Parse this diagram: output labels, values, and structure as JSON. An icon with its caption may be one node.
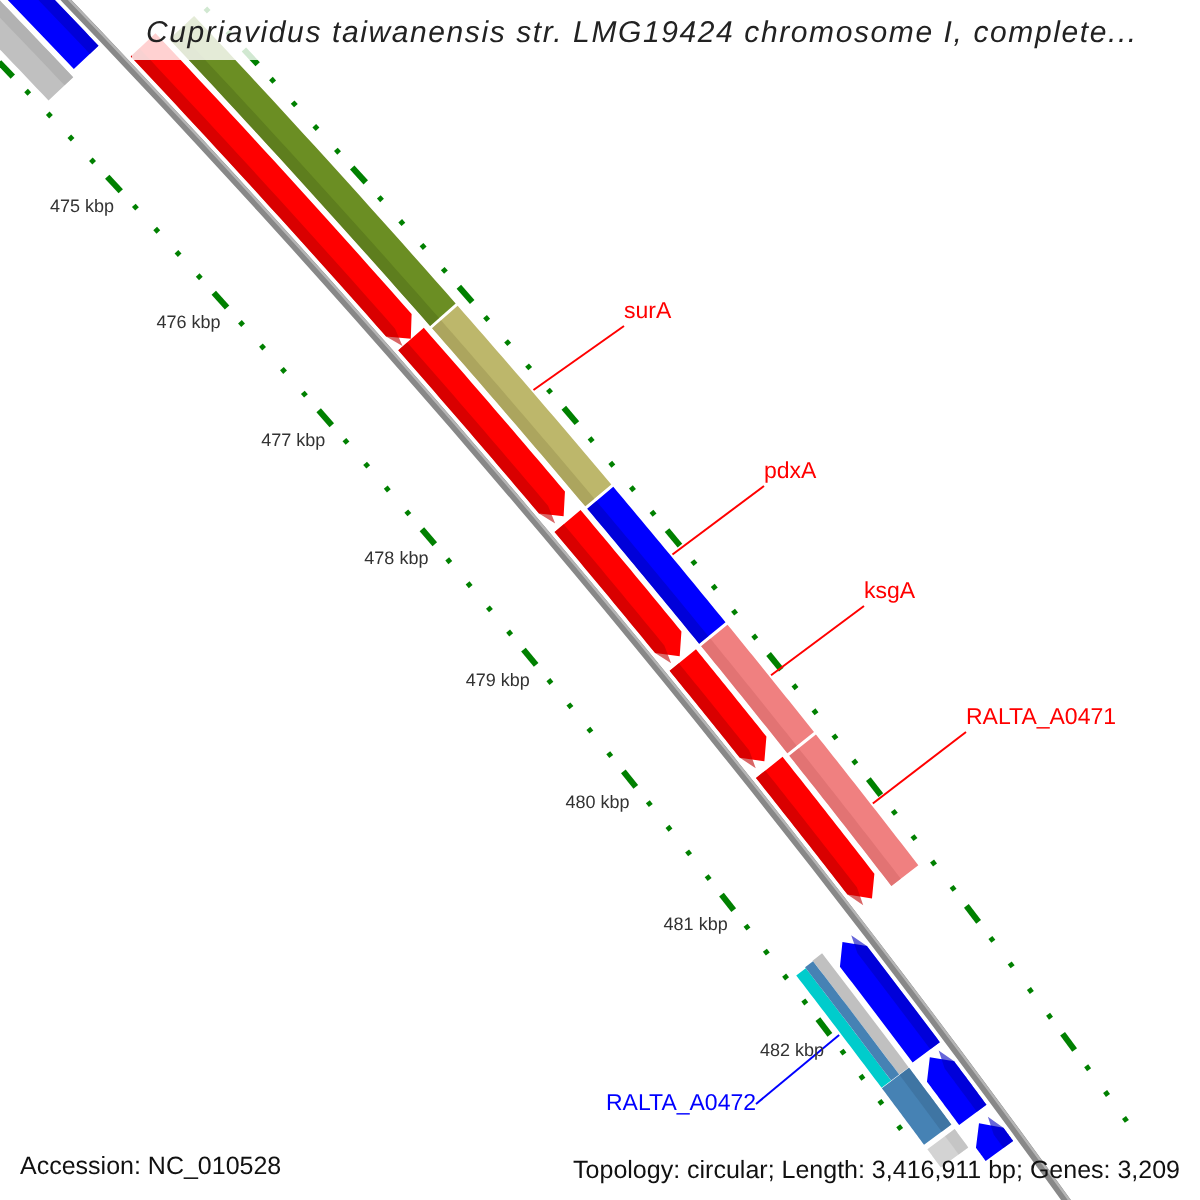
{
  "diagram": {
    "title": "Cupriavidus taiwanensis str. LMG19424 chromosome I, complete...",
    "nodes": [
      {
        "text": [
          "surA"
        ]
      },
      {
        "text": [],
        "shape": "bar"
      },
      {
        "text": [
          "pdxA"
        ]
      },
      {
        "text": [],
        "shape": "bar"
      },
      {
        "text": [
          "ksgA"
        ]
      },
      {
        "text": [],
        "shape": "bar"
      },
      {
        "text": [
          "RALTA_A0471"
        ]
      },
      {
        "text": [],
        "shape": "bar"
      },
      {
        "text": [
          "RALTA_A0472"
        ]
      },
      {
        "text": [],
        "shape": "bar"
      },
      {
        "text": [],
        "shape": "bar"
      },
      {
        "text": [],
        "shape": "bar"
      },
      {
        "text": [],
        "shape": "bar"
      },
      {
        "text": [],
        "shape": "bar"
      },
      {
        "text": [],
        "shape": "bar"
      },
      {
        "text": [],
        "shape": "bar"
      },
      {
        "text": [],
        "shape": "bar"
      },
      {
        "text": [],
        "shape": "bar"
      },
      {
        "text": [],
        "shape": "bar"
      },
      {
        "text": [],
        "shape": "bar"
      },
      {
        "text": [],
        "shape": "bar"
      },
      {
        "text": [],
        "shape": "bar"
      },
      {
        "text": [],
        "shape": "bar"
      },
      {
        "text": [],
        "shape": "bar"
      },
      {
        "text": [],
        "shape": "bar"
      }
    ],
    "edges": [
      {
        "from": 0,
        "to": 1,
        "arrow": "none"
      },
      {
        "from": 2,
        "to": 3,
        "arrow": "none"
      },
      {
        "from": 4,
        "to": 5,
        "arrow": "none"
      },
      {
        "from": 6,
        "to": 7,
        "arrow": "none"
      },
      {
        "from": 8,
        "to": 9,
        "arrow": "none",
        "color": "#0000ff"
      }
    ],
    "labels": [
      "475 kbp",
      "476 kbp",
      "477 kbp",
      "478 kbp",
      "479 kbp",
      "480 kbp",
      "481 kbp",
      "482 kbp",
      "Accession: NC_010528",
      "Topology: circular; Length: 3,416,911 bp; Genes: 3,209"
    ]
  }
}
